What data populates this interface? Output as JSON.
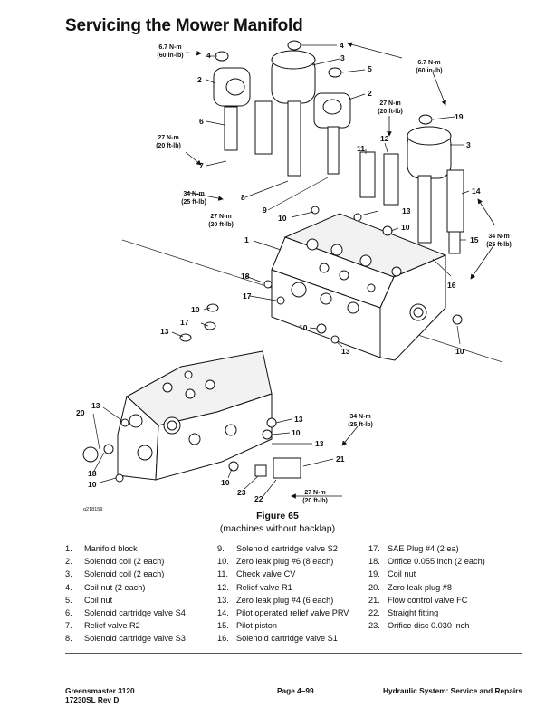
{
  "title": "Servicing the Mower Manifold",
  "figure": {
    "number": "Figure 65",
    "subtitle": "(machines without backlap)",
    "graphic_id": "g218159"
  },
  "callouts": {
    "n1": "1",
    "n2": "2",
    "n3": "3",
    "n4": "4",
    "n5": "5",
    "n6": "6",
    "n7": "7",
    "n8": "8",
    "n9": "9",
    "n10": "10",
    "n11": "11",
    "n12": "12",
    "n13": "13",
    "n14": "14",
    "n15": "15",
    "n16": "16",
    "n17": "17",
    "n18": "18",
    "n19": "19",
    "n20": "20",
    "n21": "21",
    "n22": "22",
    "n23": "23"
  },
  "torques": {
    "t_6_7": "6.7 N-m",
    "t_60in": "(60 in-lb)",
    "t_27": "27 N-m",
    "t_20": "(20 ft-lb)",
    "t_34": "34 N-m",
    "t_25": "(25 ft-lb)"
  },
  "legend": [
    {
      "num": "1.",
      "text": "Manifold block"
    },
    {
      "num": "2.",
      "text": "Solenoid coil (2 each)"
    },
    {
      "num": "3.",
      "text": "Solenoid coil (2 each)"
    },
    {
      "num": "4.",
      "text": "Coil nut (2 each)"
    },
    {
      "num": "5.",
      "text": "Coil nut"
    },
    {
      "num": "6.",
      "text": "Solenoid cartridge valve S4"
    },
    {
      "num": "7.",
      "text": "Relief valve R2"
    },
    {
      "num": "8.",
      "text": "Solenoid cartridge valve S3"
    },
    {
      "num": "9.",
      "text": "Solenoid cartridge valve S2"
    },
    {
      "num": "10.",
      "text": "Zero leak plug #6 (8 each)"
    },
    {
      "num": "11.",
      "text": "Check valve CV"
    },
    {
      "num": "12.",
      "text": "Relief valve R1"
    },
    {
      "num": "13.",
      "text": "Zero leak plug #4 (6 each)"
    },
    {
      "num": "14.",
      "text": "Pilot operated relief valve PRV"
    },
    {
      "num": "15.",
      "text": "Pilot piston"
    },
    {
      "num": "16.",
      "text": "Solenoid cartridge valve S1"
    },
    {
      "num": "17.",
      "text": "SAE Plug #4 (2 ea)"
    },
    {
      "num": "18.",
      "text": "Orifice 0.055 inch (2 each)"
    },
    {
      "num": "19.",
      "text": "Coil nut"
    },
    {
      "num": "20.",
      "text": "Zero leak plug #8"
    },
    {
      "num": "21.",
      "text": "Flow control valve FC"
    },
    {
      "num": "22.",
      "text": "Straight fitting"
    },
    {
      "num": "23.",
      "text": "Orifice disc 0.030 inch"
    }
  ],
  "footer": {
    "left_line1": "Greensmaster 3120",
    "left_line2": "17230SL  Rev D",
    "center": "Page 4–99",
    "right": "Hydraulic System: Service and Repairs"
  }
}
